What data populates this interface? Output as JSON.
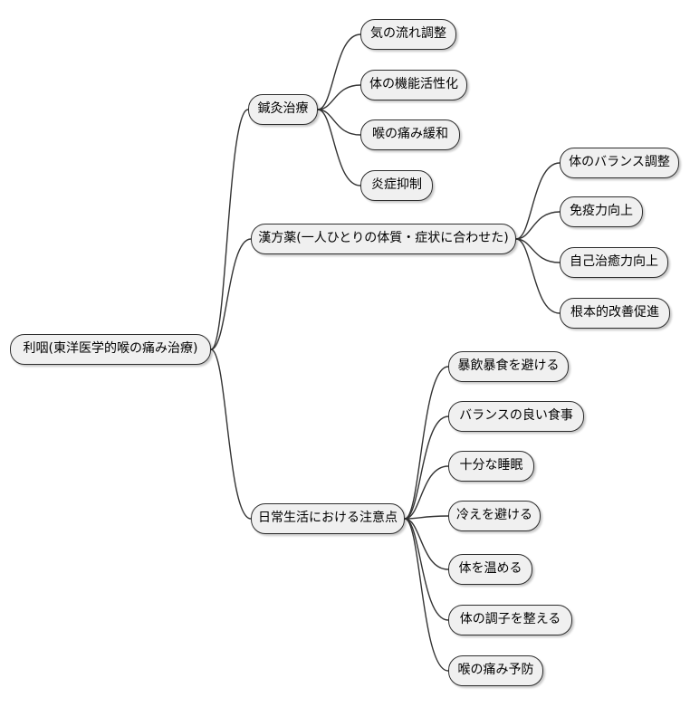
{
  "mindmap": {
    "type": "mindmap",
    "root": {
      "label": "利咽(東洋医学的喉の痛み治療)"
    },
    "branches": [
      {
        "label": "鍼灸治療",
        "children": [
          {
            "label": "気の流れ調整"
          },
          {
            "label": "体の機能活性化"
          },
          {
            "label": "喉の痛み緩和"
          },
          {
            "label": "炎症抑制"
          }
        ]
      },
      {
        "label": "漢方薬(一人ひとりの体質・症状に合わせた)",
        "children": [
          {
            "label": "体のバランス調整"
          },
          {
            "label": "免疫力向上"
          },
          {
            "label": "自己治癒力向上"
          },
          {
            "label": "根本的改善促進"
          }
        ]
      },
      {
        "label": "日常生活における注意点",
        "children": [
          {
            "label": "暴飲暴食を避ける"
          },
          {
            "label": "バランスの良い食事"
          },
          {
            "label": "十分な睡眠"
          },
          {
            "label": "冷えを避ける"
          },
          {
            "label": "体を温める"
          },
          {
            "label": "体の調子を整える"
          },
          {
            "label": "喉の痛み予防"
          }
        ]
      }
    ],
    "colors": {
      "background": "#ffffff",
      "node_fill": "#f0f0f0",
      "node_border": "#2e2e2e",
      "edge": "#333333",
      "text": "#000000"
    }
  }
}
